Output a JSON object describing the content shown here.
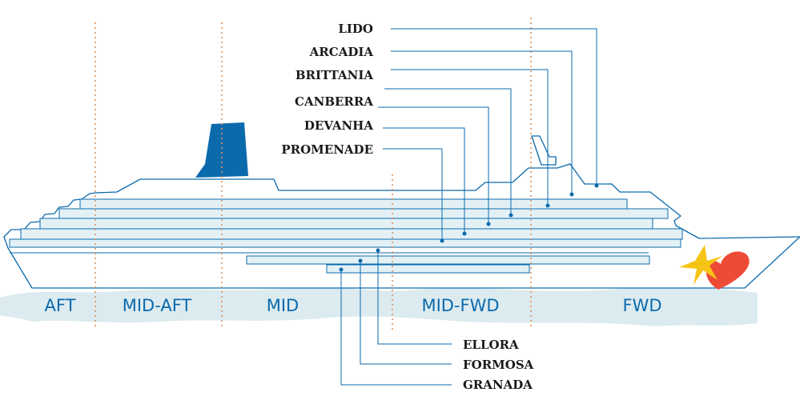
{
  "upper_decks": [
    {
      "name": "LIDO"
    },
    {
      "name": "ARCADIA"
    },
    {
      "name": "BRITTANIA"
    },
    {
      "name": "CANBERRA"
    },
    {
      "name": "DEVANHA"
    },
    {
      "name": "PROMENADE"
    }
  ],
  "lower_decks": [
    {
      "name": "ELLORA"
    },
    {
      "name": "FORMOSA"
    },
    {
      "name": "GRANADA"
    }
  ],
  "sections": [
    "AFT",
    "MID-AFT",
    "MID",
    "MID-FWD",
    "FWD"
  ],
  "colors": {
    "hull_outline": "#0b6aac",
    "funnel": "#0b6aac",
    "water": "#dcebef",
    "divider": "#e0915a",
    "logo_star": "#f6c416",
    "logo_heart": "#ee4b36"
  }
}
